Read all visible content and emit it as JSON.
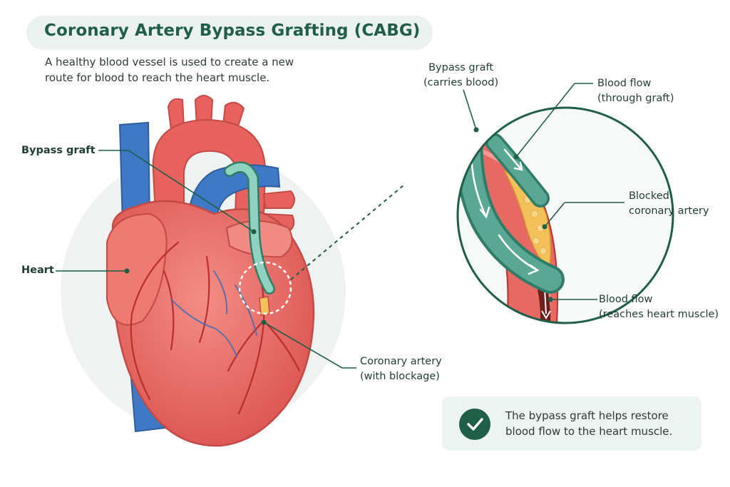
{
  "title": "Coronary Artery Bypass Grafting (CABG)",
  "subtitle": "A healthy blood vessel is used to create a new route for blood to reach the heart muscle.",
  "labels": {
    "bypass_graft_left": "Bypass graft",
    "heart": "Heart",
    "coronary_artery_l1": "Coronary artery",
    "coronary_artery_l2": "(with blockage)",
    "bypass_graft_right_l1": "Bypass graft",
    "bypass_graft_right_l2": "(carries blood)",
    "blood_flow_graft_l1": "Blood flow",
    "blood_flow_graft_l2": "(through graft)",
    "blocked_artery_l1": "Blocked",
    "blocked_artery_l2": "coronary artery",
    "blood_flow_muscle_l1": "Blood flow",
    "blood_flow_muscle_l2": "(reaches heart muscle)"
  },
  "note": "The bypass graft helps restore blood flow to the heart muscle.",
  "colors": {
    "brand_green": "#1f5e47",
    "heart_red": "#e8625d",
    "vein_blue": "#3f78c4",
    "graft_teal": "#5aa893",
    "plaque_yellow": "#f2c15a"
  }
}
